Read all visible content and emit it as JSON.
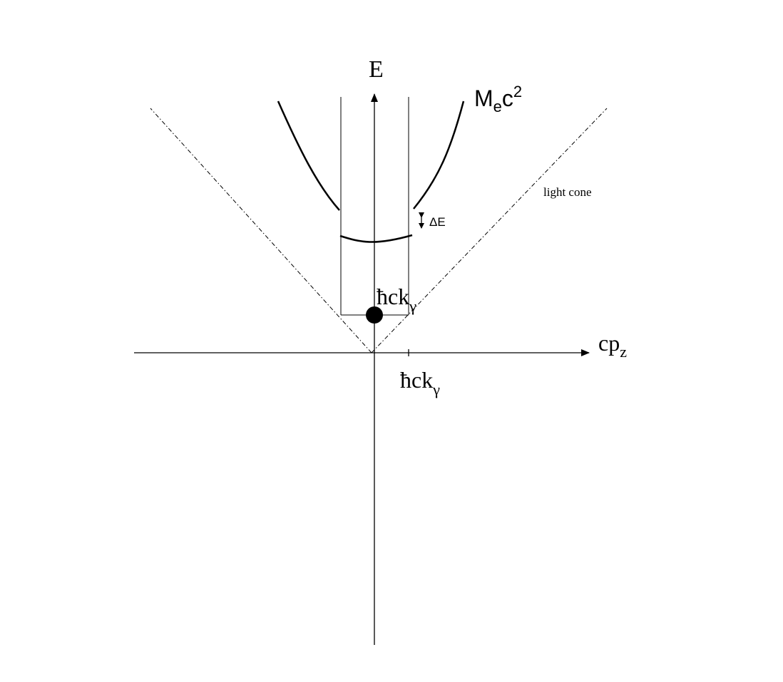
{
  "axes": {
    "y_label": "E",
    "x_label_main": "cp",
    "x_label_sub": "z"
  },
  "labels": {
    "mass": {
      "main": "M",
      "sub": "e",
      "main2": "c",
      "sup": "2"
    },
    "light_cone": "light cone",
    "delta_e": "ΔE",
    "photon_point": {
      "hbar": "ħ",
      "main": "ck",
      "sub": "γ"
    },
    "tick_label": {
      "hbar": "ħ",
      "main": "ck",
      "sub": "γ"
    }
  },
  "colors": {
    "ink": "#000000",
    "background": "#ffffff"
  }
}
